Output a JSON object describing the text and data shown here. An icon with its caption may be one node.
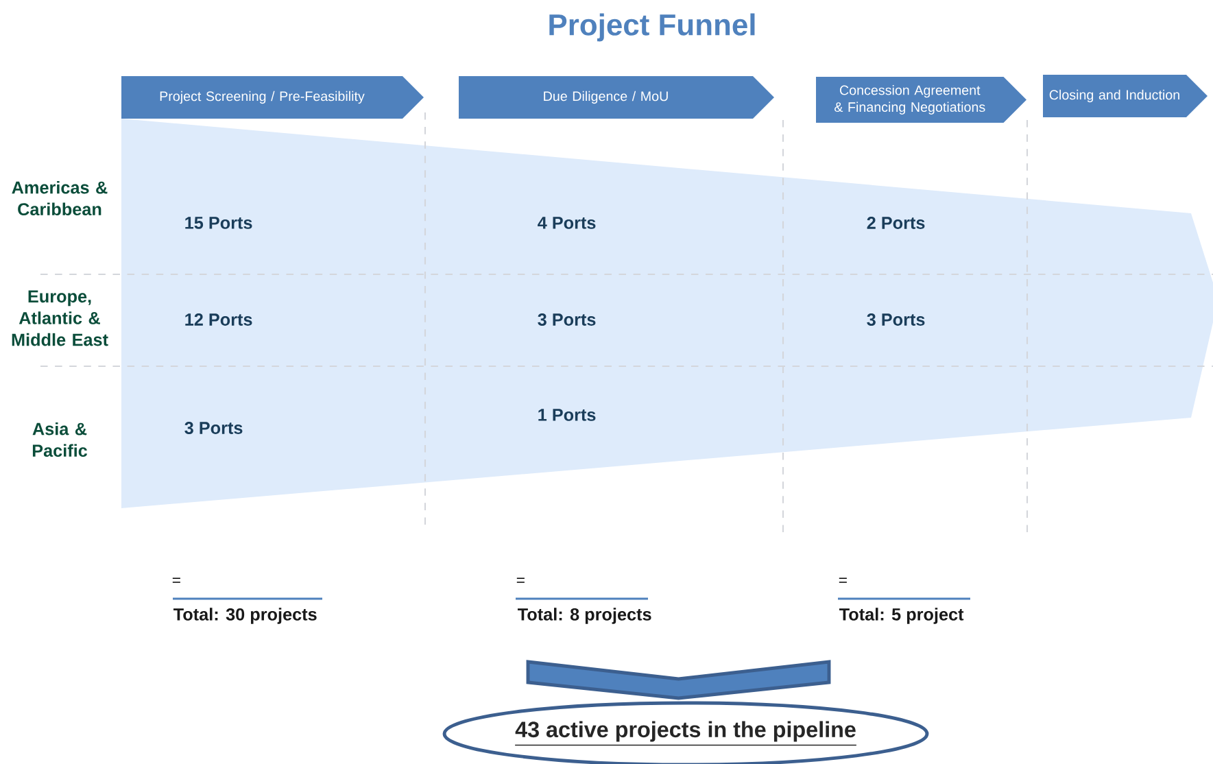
{
  "diagram": {
    "title": "Project Funnel",
    "nodes": [
      {
        "text": [
          "Project Screening / Pre-Feasibility"
        ]
      },
      {
        "text": [
          "Due Diligence / MoU"
        ]
      },
      {
        "text": [
          "Concession Agreement & Financing Negotiations"
        ]
      },
      {
        "text": [
          "Closing and Induction"
        ]
      },
      {
        "text": [],
        "shape": "chevron"
      },
      {
        "text": [
          "43 active projects in the pipeline"
        ]
      }
    ],
    "labels": [
      "Americas & Caribbean",
      "15 Ports",
      "4 Ports",
      "2 Ports",
      "Europe, Atlantic & Middle East",
      "12 Ports",
      "3 Ports",
      "3 Ports",
      "Asia & Pacific",
      "3 Ports",
      "1 Ports",
      "=",
      "=",
      "=",
      "Total: 30 projects",
      "Total: 8 projects",
      "Total: 5 project"
    ]
  }
}
